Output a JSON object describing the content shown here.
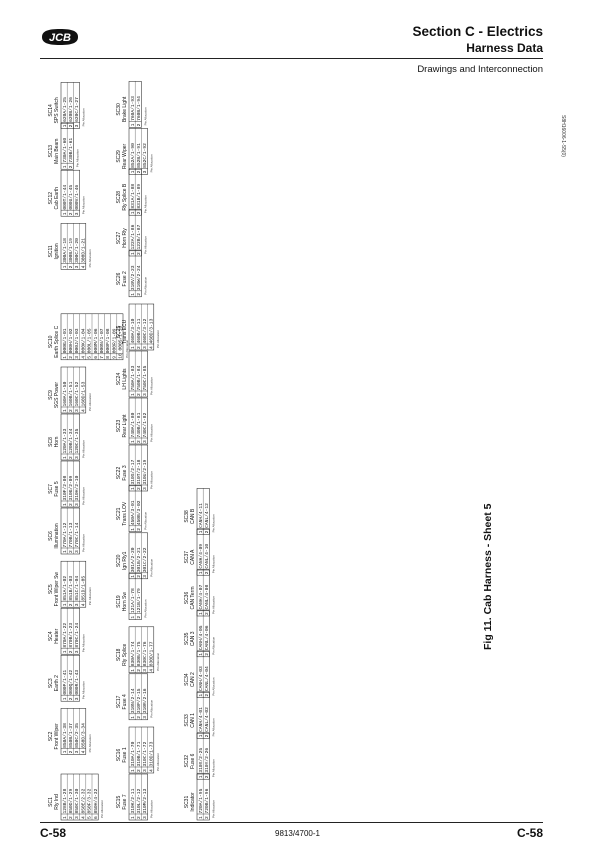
{
  "header": {
    "section": "Section C - Electrics",
    "subsection": "Harness Data",
    "drawing_heading": "Drawings and Interconnection"
  },
  "ref_code": "S8H16006-1-S5(0)",
  "figure_caption": "Fig 11. Cab Harness - Sheet 5",
  "footer": {
    "page_left": "C-58",
    "page_right": "C-58",
    "doc_number": "9813/4700-1"
  },
  "colors": {
    "ink": "#111111",
    "logo": "#111111"
  },
  "drawing_note": "Pin Allocation",
  "connectors": [
    {
      "id": "SC1",
      "name": "Rly Ind",
      "pins": [
        "1 128B/1-28",
        "2 850D/1-29",
        "3 850C/1-30",
        "4 850E/2-32",
        "5 850F/3-32",
        "6 850H/4-32"
      ]
    },
    {
      "id": "SC2",
      "name": "Front Wiper",
      "pins": [
        "1 850A/1-38",
        "2 850B/1-37",
        "3 850C/2-35",
        "4 850D/3-34"
      ]
    },
    {
      "id": "SC3",
      "name": "Earth 2",
      "pins": [
        "1 000P/1-41",
        "2 000Q/1-42",
        "3 000R/1-43"
      ]
    },
    {
      "id": "SC4",
      "name": "Heater",
      "pins": [
        "1 870A/1-22",
        "2 870B/1-23",
        "3 870C/1-24"
      ]
    },
    {
      "id": "SC5",
      "name": "Front Wiper Sw",
      "pins": [
        "1 851A/1-02",
        "2 851B/1-03",
        "3 851C/1-04",
        "4 851D/1-05"
      ]
    },
    {
      "id": "SC6",
      "name": "Illumination",
      "pins": [
        "1 770A/1-12",
        "2 770B/1-13",
        "3 770C/1-14"
      ]
    },
    {
      "id": "SC7",
      "name": "Fuse 5",
      "pins": [
        "1 310F/2-08",
        "2 310G/2-09",
        "3 310H/2-10"
      ]
    },
    {
      "id": "SC8",
      "name": "Horn",
      "pins": [
        "1 120A/1-33",
        "2 120B/1-34",
        "3 120C/1-35"
      ]
    },
    {
      "id": "SC9",
      "name": "SGS Power",
      "pins": [
        "1 160A/1-50",
        "2 160B/1-51",
        "3 160C/1-52",
        "4 160D/1-53"
      ]
    },
    {
      "id": "SC10",
      "name": "Earth Splice C",
      "pins": [
        "1 000G/1-01",
        "2 000H/1-02",
        "3 000J/1-03",
        "4 000K/1-04",
        "5 000L/1-05",
        "6 000M/1-06",
        "7 000N/1-07",
        "8 000P/1-08",
        "9 000R/1-09",
        "10 000S/1-10"
      ]
    },
    {
      "id": "SC11",
      "name": "Ignition",
      "pins": [
        "1 300A/1-18",
        "2 300B/1-19",
        "3 300C/1-20",
        "4 300D/1-21"
      ]
    },
    {
      "id": "SC12",
      "name": "Cab Earth",
      "pins": [
        "1 000T/1-44",
        "2 000U/1-45",
        "3 000V/1-46"
      ]
    },
    {
      "id": "SC13",
      "name": "Main Beam",
      "pins": [
        "1 730A/1-60",
        "2 730B/1-61"
      ]
    },
    {
      "id": "SC14",
      "name": "SPS Switch",
      "pins": [
        "1 620A/1-25",
        "2 620B/1-26",
        "3 620C/1-27"
      ]
    },
    {
      "id": "SC15",
      "name": "Fuse 7",
      "pins": [
        "1 310K/2-11",
        "2 310L/2-12",
        "3 310M/2-13"
      ]
    },
    {
      "id": "SC16",
      "name": "Fuse 1",
      "pins": [
        "1 310A/1-70",
        "2 310B/1-71",
        "3 310C/1-72",
        "4 310D/1-73"
      ]
    },
    {
      "id": "SC17",
      "name": "Fuse 4",
      "pins": [
        "1 310N/2-14",
        "2 310P/2-15",
        "3 310R/2-16"
      ]
    },
    {
      "id": "SC18",
      "name": "Rly Splice",
      "pins": [
        "1 830A/1-74",
        "2 830B/1-75",
        "3 830C/1-76",
        "4 830D/1-77"
      ]
    },
    {
      "id": "SC19",
      "name": "Horn Sw",
      "pins": [
        "1 121A/1-78",
        "2 121B/1-79"
      ]
    },
    {
      "id": "SC20",
      "name": "Ign Rly1",
      "pins": [
        "1 301A/2-20",
        "2 301B/2-21",
        "3 301C/2-22"
      ]
    },
    {
      "id": "SC21",
      "name": "Trans LOV",
      "pins": [
        "1 450A/3-01",
        "2 450B/3-02"
      ]
    },
    {
      "id": "SC22",
      "name": "Fuse 3",
      "pins": [
        "1 310S/2-17",
        "2 310T/2-18",
        "3 310U/2-19"
      ]
    },
    {
      "id": "SC23",
      "name": "Rear Light",
      "pins": [
        "1 740A/1-80",
        "2 740B/1-81",
        "3 740C/1-82"
      ]
    },
    {
      "id": "SC24",
      "name": "LH Lights",
      "pins": [
        "1 750A/1-83",
        "2 750B/1-84",
        "3 750C/1-85"
      ]
    },
    {
      "id": "SC25",
      "name": "Trans ECU",
      "pins": [
        "1 460A/3-10",
        "2 460B/3-11",
        "3 460C/3-12",
        "4 460D/3-13"
      ]
    },
    {
      "id": "SC26",
      "name": "Fuse 2",
      "pins": [
        "1 310V/2-23",
        "2 310W/2-24"
      ]
    },
    {
      "id": "SC27",
      "name": "Horn Rly",
      "pins": [
        "1 122A/1-86",
        "2 122B/1-87"
      ]
    },
    {
      "id": "SC28",
      "name": "Rly Splice B",
      "pins": [
        "1 831A/1-88",
        "2 831B/1-89"
      ]
    },
    {
      "id": "SC29",
      "name": "Rear Wiper",
      "pins": [
        "1 852A/1-90",
        "2 852B/1-91",
        "3 852C/1-92"
      ]
    },
    {
      "id": "SC30",
      "name": "Brake Light",
      "pins": [
        "1 760A/1-93",
        "2 760B/1-94"
      ]
    },
    {
      "id": "SC31",
      "name": "Indicator",
      "pins": [
        "1 720A/1-95",
        "2 720B/1-96"
      ]
    },
    {
      "id": "SC32",
      "name": "Fuse 6",
      "pins": [
        "1 310X/2-25",
        "2 310Y/2-26"
      ]
    },
    {
      "id": "SC33",
      "name": "CAN 1",
      "pins": [
        "1 CANH/4-01",
        "2 CANL/4-02"
      ]
    },
    {
      "id": "SC34",
      "name": "CAN 2",
      "pins": [
        "1 CANH/4-03",
        "2 CANL/4-04"
      ]
    },
    {
      "id": "SC35",
      "name": "CAN 3",
      "pins": [
        "1 CANH/4-05",
        "2 CANL/4-06"
      ]
    },
    {
      "id": "SC36",
      "name": "CAN Term",
      "pins": [
        "1 CANH/4-07",
        "2 CANL/4-08"
      ]
    },
    {
      "id": "SC37",
      "name": "CAN A",
      "pins": [
        "1 CANH/4-09",
        "2 CANL/4-10"
      ]
    },
    {
      "id": "SC38",
      "name": "CAN B",
      "pins": [
        "1 CANH/4-11",
        "2 CANL/4-12"
      ]
    }
  ]
}
